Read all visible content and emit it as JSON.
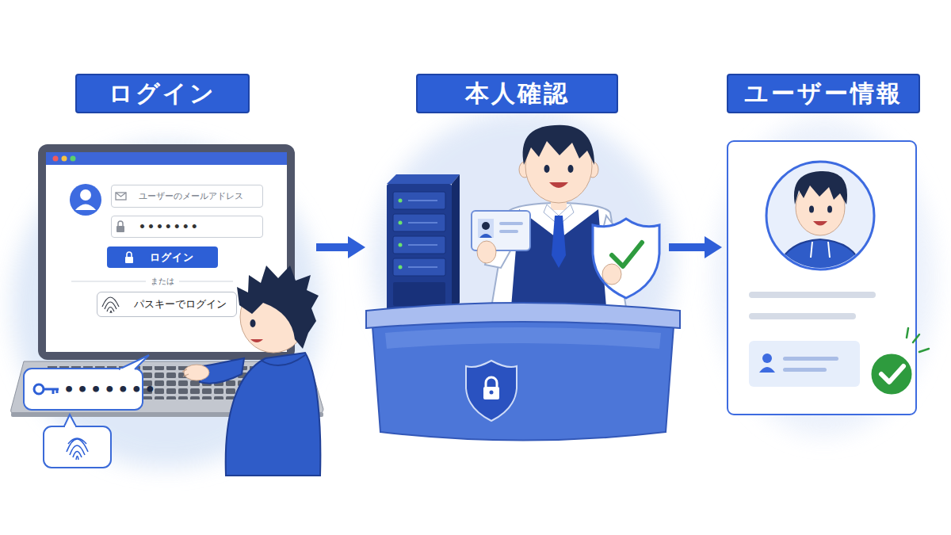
{
  "diagram": {
    "nodes": [
      {
        "text": [
          "ログイン"
        ]
      },
      {
        "text": [
          "ユーザーのメールアドレス"
        ],
        "in": 0
      },
      {
        "text": [
          "•••••••"
        ],
        "in": 0
      },
      {
        "text": [
          "ログイン"
        ],
        "in": 0
      },
      {
        "text": [
          "パスキーでログイン"
        ],
        "in": 0
      },
      {
        "text": [
          "•••••••"
        ],
        "in": 0
      },
      {
        "text": [
          "本人確認"
        ]
      },
      {
        "text": [
          "ユーザー情報"
        ]
      }
    ],
    "edges": [
      {
        "from": 0,
        "to": 6,
        "arrow": "to"
      },
      {
        "from": 6,
        "to": 7,
        "arrow": "to"
      }
    ],
    "labels": [
      "または"
    ]
  }
}
